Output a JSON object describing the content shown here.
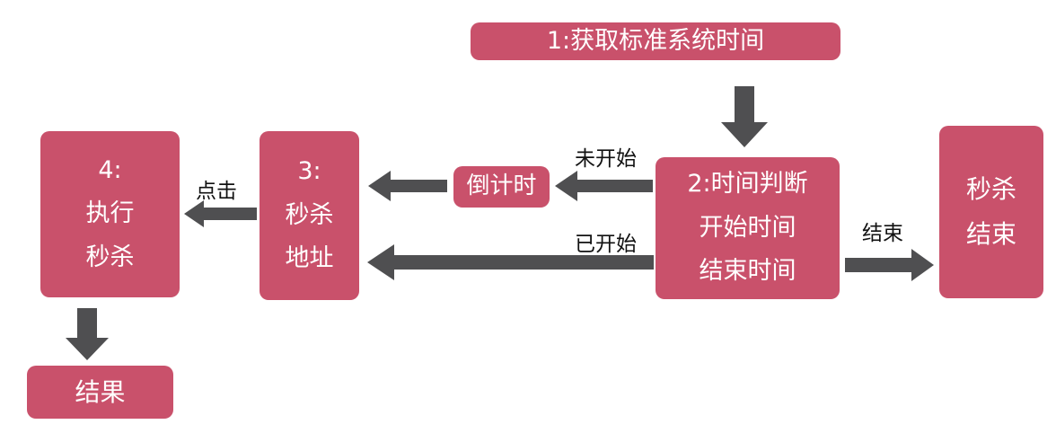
{
  "colors": {
    "page_bg": "#ffffff",
    "box_bg": "#c9516b",
    "box_text": "#ffffff",
    "arrow": "#4f4f51",
    "label_text": "#111111"
  },
  "nodes": {
    "step1": {
      "label": "1:获取标准系统时间"
    },
    "step2": {
      "lines": [
        "2:时间判断",
        "开始时间",
        "结束时间"
      ]
    },
    "countdown": {
      "label": "倒计时"
    },
    "step3": {
      "lines": [
        "3:",
        "秒杀",
        "地址"
      ]
    },
    "step4": {
      "lines": [
        "4:",
        "执行",
        "秒杀"
      ]
    },
    "seckill_end": {
      "lines": [
        "秒杀",
        "结束"
      ]
    },
    "result": {
      "label": "结果"
    }
  },
  "edge_labels": {
    "not_started": "未开始",
    "started": "已开始",
    "click": "点击",
    "end": "结束"
  }
}
